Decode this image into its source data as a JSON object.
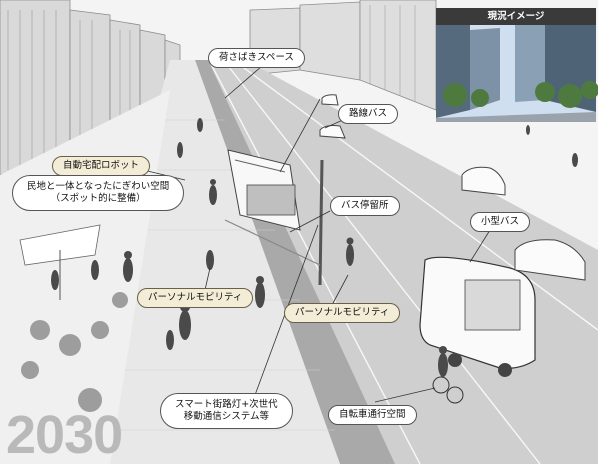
{
  "inset": {
    "header": "現況イメージ"
  },
  "year": "2030",
  "labels": {
    "loading_space": "荷さばきスペース",
    "route_bus": "路線バス",
    "delivery_robot": "自動宅配ロボット",
    "plaza": [
      "民地と一体となったにぎわい空間",
      "（スポット的に整備）"
    ],
    "bus_stop": "バス停留所",
    "small_bus": "小型バス",
    "personal_mobility_1": "パーソナルモビリティ",
    "personal_mobility_2": "パーソナルモビリティ",
    "smart_light": [
      "スマート街路灯+次世代",
      "移動通信システム等"
    ],
    "bike_lane": "自転車通行空間"
  },
  "colors": {
    "inset_header_bg": "#3a3a3a",
    "label_beige": "#f3ecd6",
    "year_gray": "#b9b9b9"
  }
}
